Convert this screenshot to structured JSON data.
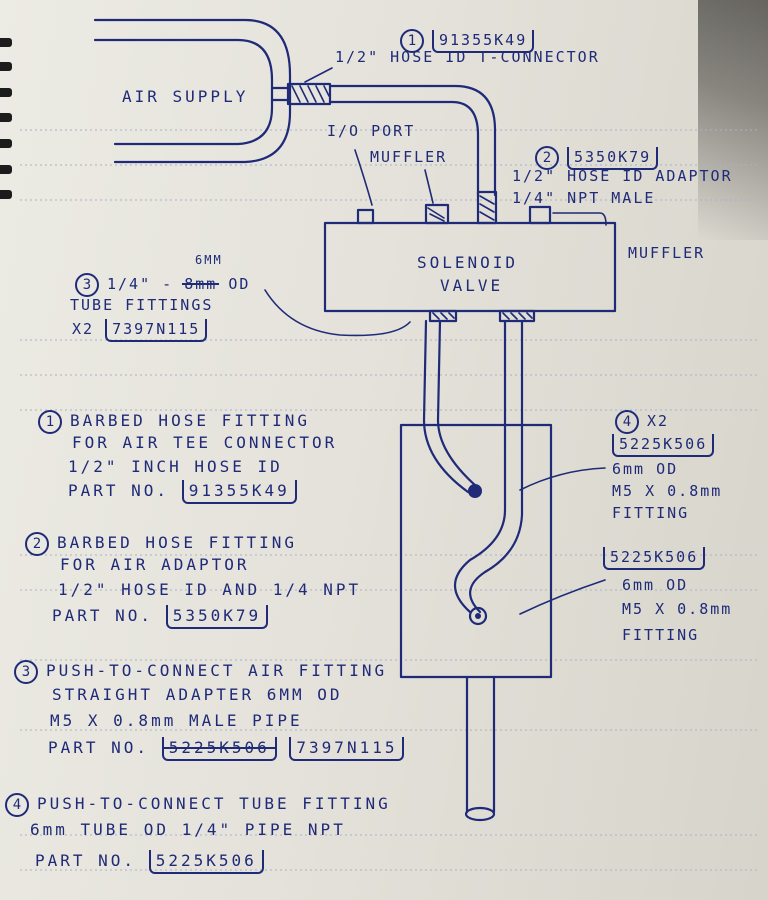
{
  "labels": {
    "air_supply": "AIR SUPPLY",
    "tconn_num": "1",
    "tconn_part": "91355K49",
    "tconn_desc": "1/2\" HOSE ID  T-CONNECTOR",
    "io_port": "I/O PORT",
    "muffler_top": "MUFFLER",
    "adaptor_num": "2",
    "adaptor_part": "5350K79",
    "adaptor_line1": "1/2\" HOSE ID ADAPTOR",
    "adaptor_line2": "1/4\" NPT MALE",
    "muffler_right": "MUFFLER",
    "solenoid_line1": "SOLENOID",
    "solenoid_line2": "VALVE",
    "tube_num": "3",
    "tube_line1_a": "1/4\" -",
    "tube_line1_struck": "8mm",
    "tube_line1_b": "OD",
    "tube_line1_above": "6MM",
    "tube_line2": "TUBE FITTINGS",
    "tube_x2": "X2",
    "tube_part": "7397N115",
    "fit4_num": "4",
    "fit4_x2": "X2",
    "fit4_part_a": "5225K506",
    "fit4_a_line1": "6mm OD",
    "fit4_a_line2": "M5 X 0.8mm",
    "fit4_a_line3": "FITTING",
    "fit4_part_b": "5225K506",
    "fit4_b_line1": "6mm OD",
    "fit4_b_line2": "M5 X 0.8mm",
    "fit4_b_line3": "FITTING"
  },
  "notes": [
    {
      "num": "1",
      "lines": [
        "BARBED HOSE FITTING",
        "FOR AIR TEE CONNECTOR",
        "1/2\" INCH HOSE ID"
      ],
      "part_label": "PART NO.",
      "part": "91355K49"
    },
    {
      "num": "2",
      "lines": [
        "BARBED HOSE FITTING",
        "FOR AIR ADAPTOR",
        "1/2\" HOSE ID AND 1/4 NPT"
      ],
      "part_label": "PART NO.",
      "part": "5350K79"
    },
    {
      "num": "3",
      "lines": [
        "PUSH-TO-CONNECT AIR FITTING",
        "STRAIGHT ADAPTER 6MM OD",
        "M5 X 0.8mm MALE PIPE"
      ],
      "part_label": "PART NO.",
      "part_struck": "5225K506",
      "part": "7397N115"
    },
    {
      "num": "4",
      "lines": [
        "PUSH-TO-CONNECT TUBE FITTING",
        "6mm TUBE OD 1/4\" PIPE NPT"
      ],
      "part_label": "PART NO.",
      "part": "5225K506"
    }
  ],
  "colors": {
    "ink": "#1f2a78",
    "paper": "#e8e7e0"
  }
}
